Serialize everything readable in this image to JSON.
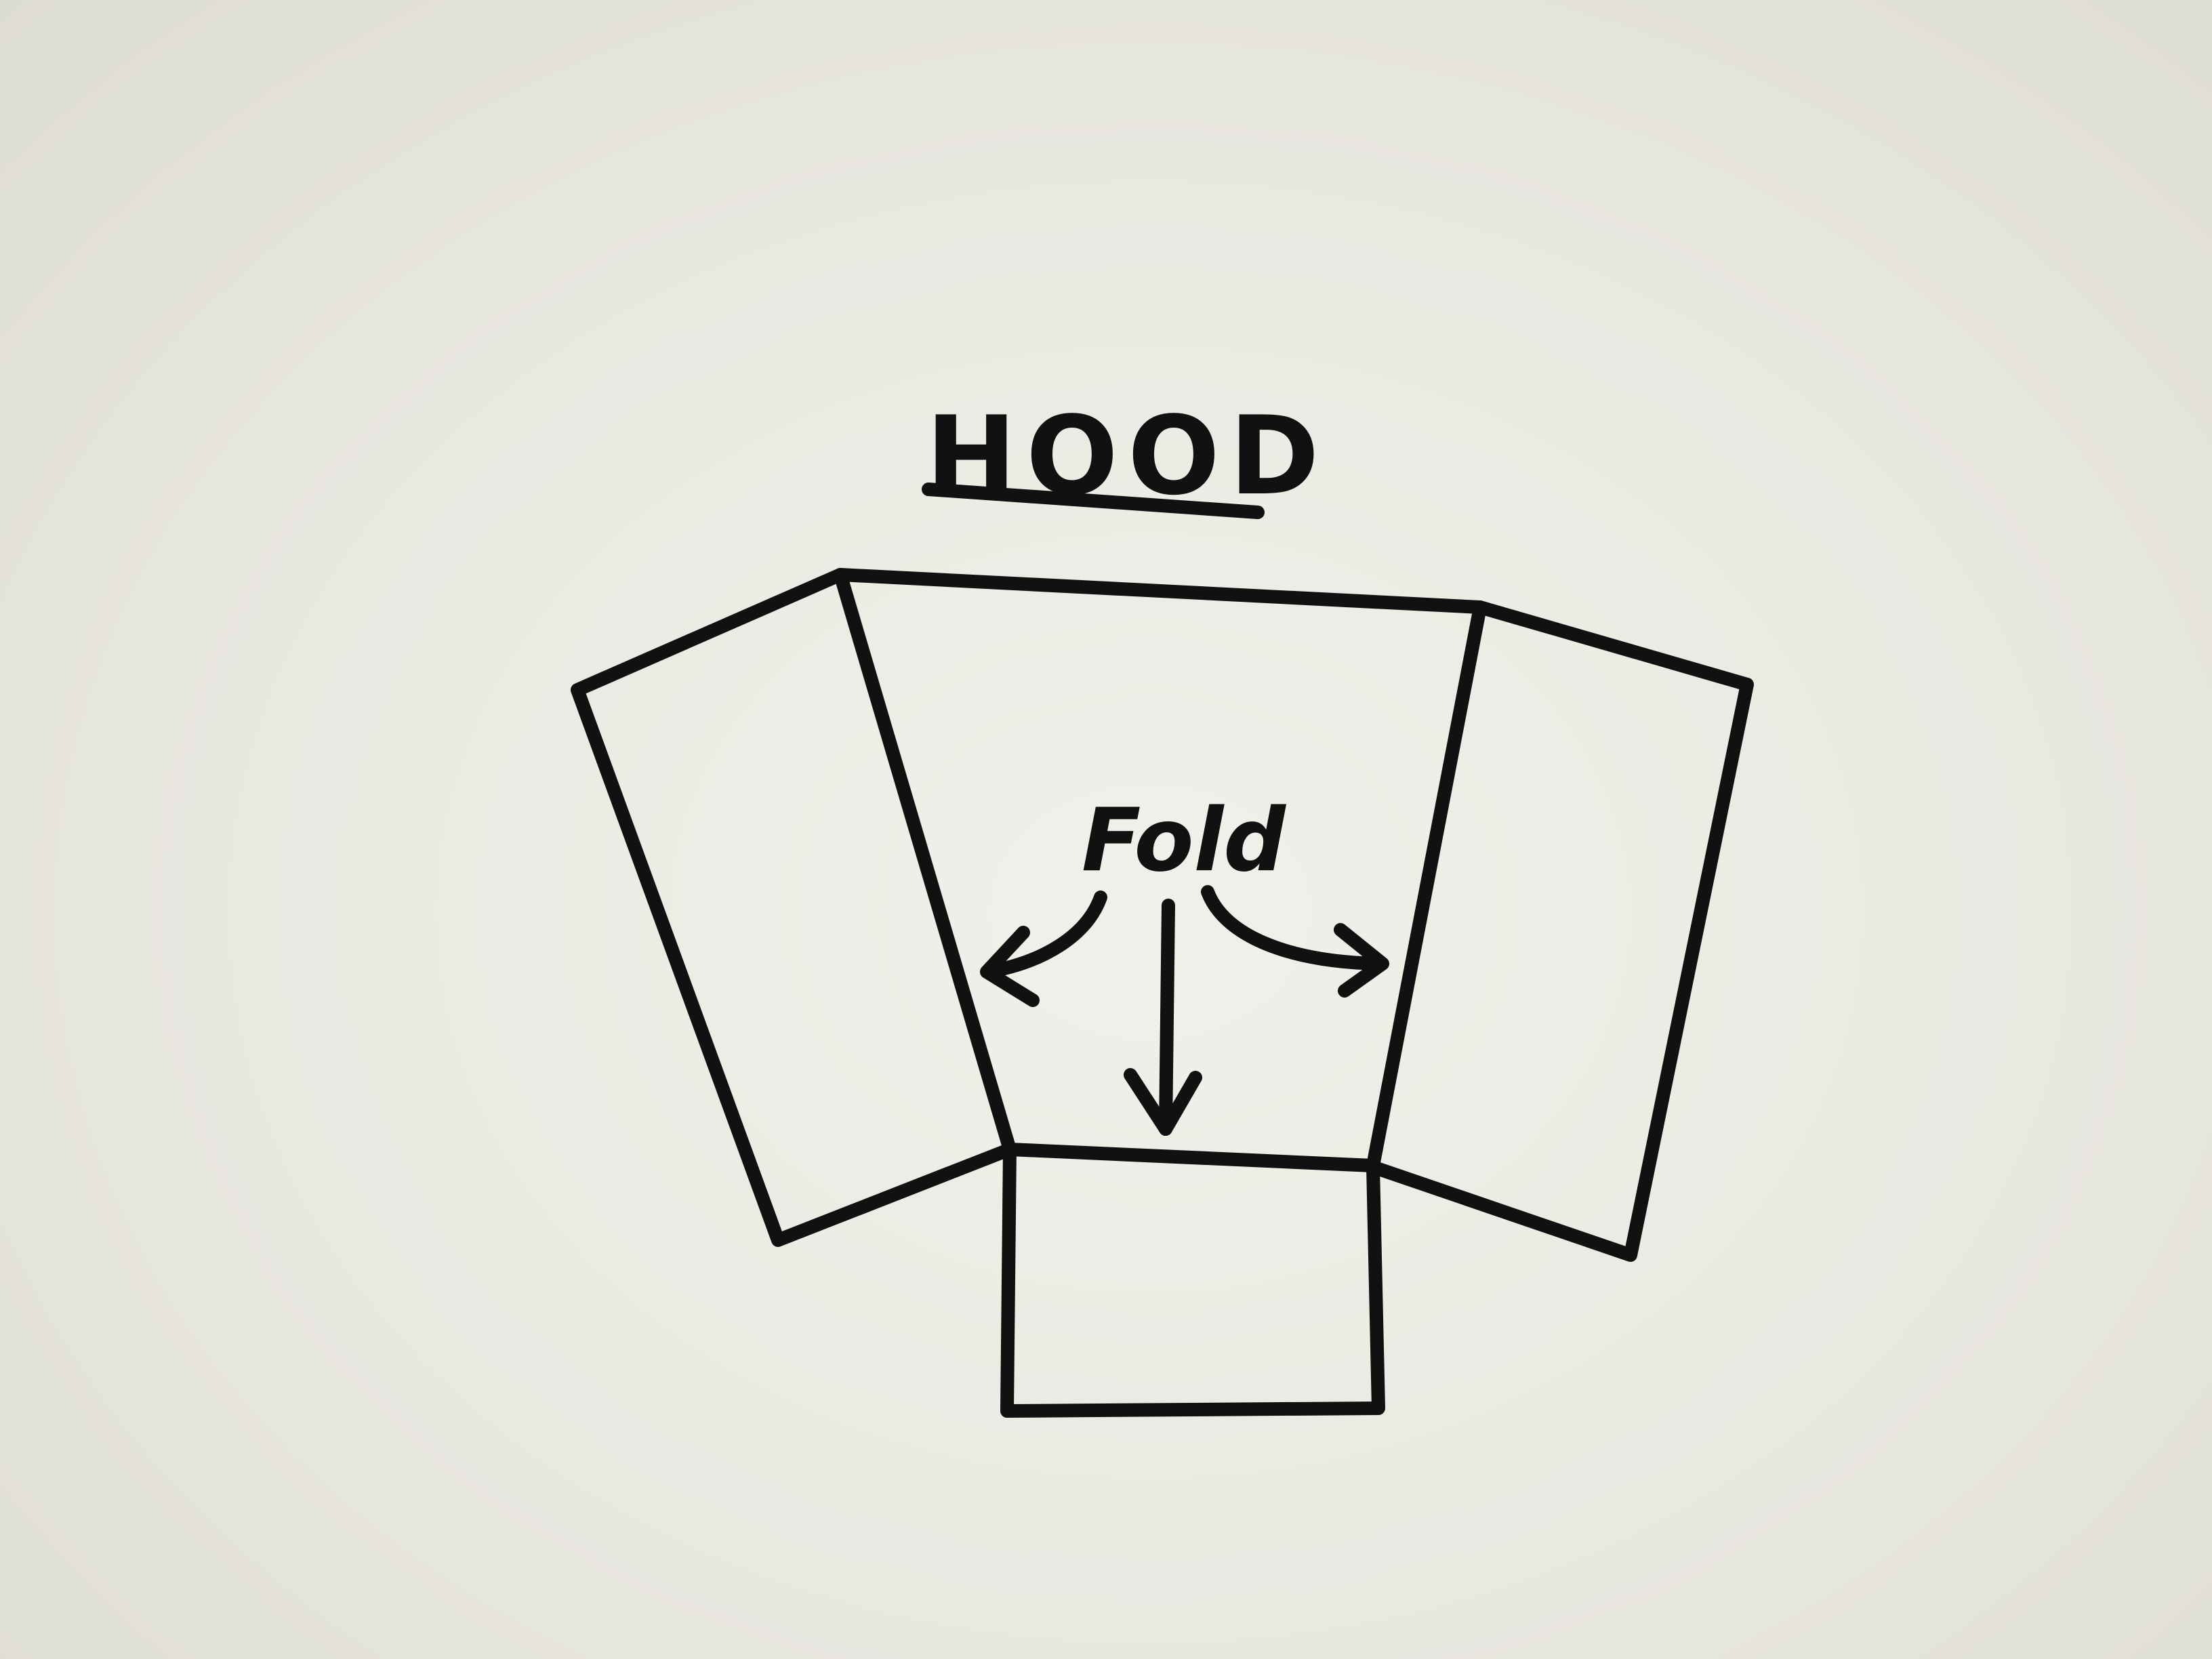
{
  "diagram": {
    "title": "HOOD",
    "fold_label": "Fold",
    "ink_color": "#111111",
    "paper_color": "#ebeae3",
    "panels": [
      "left-side-panel",
      "center-panel",
      "right-side-panel",
      "bottom-tab-panel"
    ],
    "arrows": [
      "arrow-left",
      "arrow-down",
      "arrow-right"
    ]
  }
}
